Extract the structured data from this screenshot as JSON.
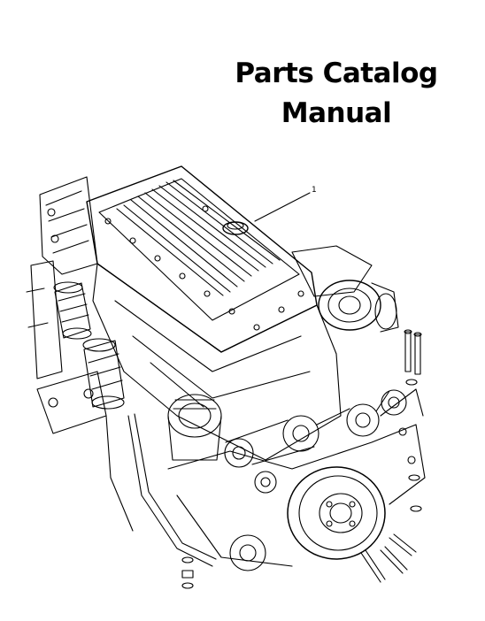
{
  "title": {
    "line1": "Parts Catalog",
    "line2": "Manual"
  },
  "illustration": {
    "callout_number": "1",
    "icon": "engine-line-drawing"
  }
}
